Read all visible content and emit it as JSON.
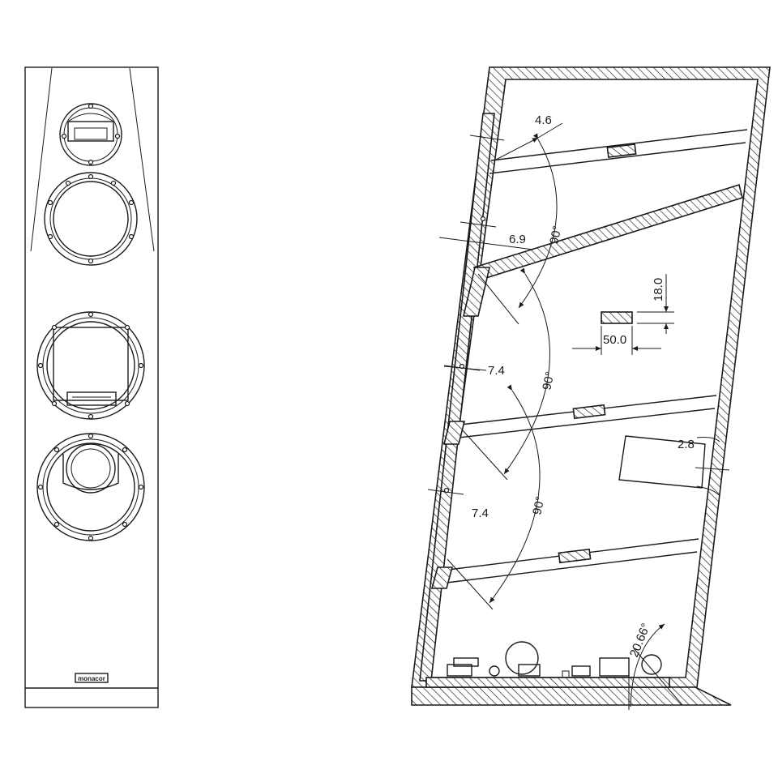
{
  "front_view": {
    "badge_text": "monacor"
  },
  "section_view": {
    "dimensions": {
      "wall_top": "4.6",
      "wall_upper": "6.9",
      "wall_middle": "7.4",
      "wall_lower": "7.4",
      "port_height": "18.0",
      "port_width": "50.0",
      "port_offset": "2.8"
    },
    "angles": {
      "upper": "90°",
      "middle": "90°",
      "lower": "90°",
      "base_tilt": "20.66°"
    }
  }
}
